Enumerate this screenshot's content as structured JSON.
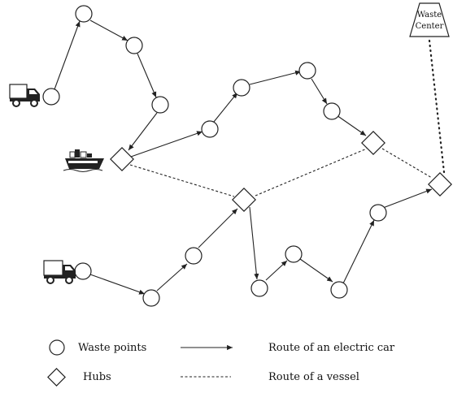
{
  "waste_center": {
    "line1": "Waste",
    "line2": "Center"
  },
  "legend": {
    "waste_points": "Waste points",
    "hubs": "Hubs",
    "electric_car_route": "Route of an electric car",
    "vessel_route": "Route of a vessel"
  }
}
